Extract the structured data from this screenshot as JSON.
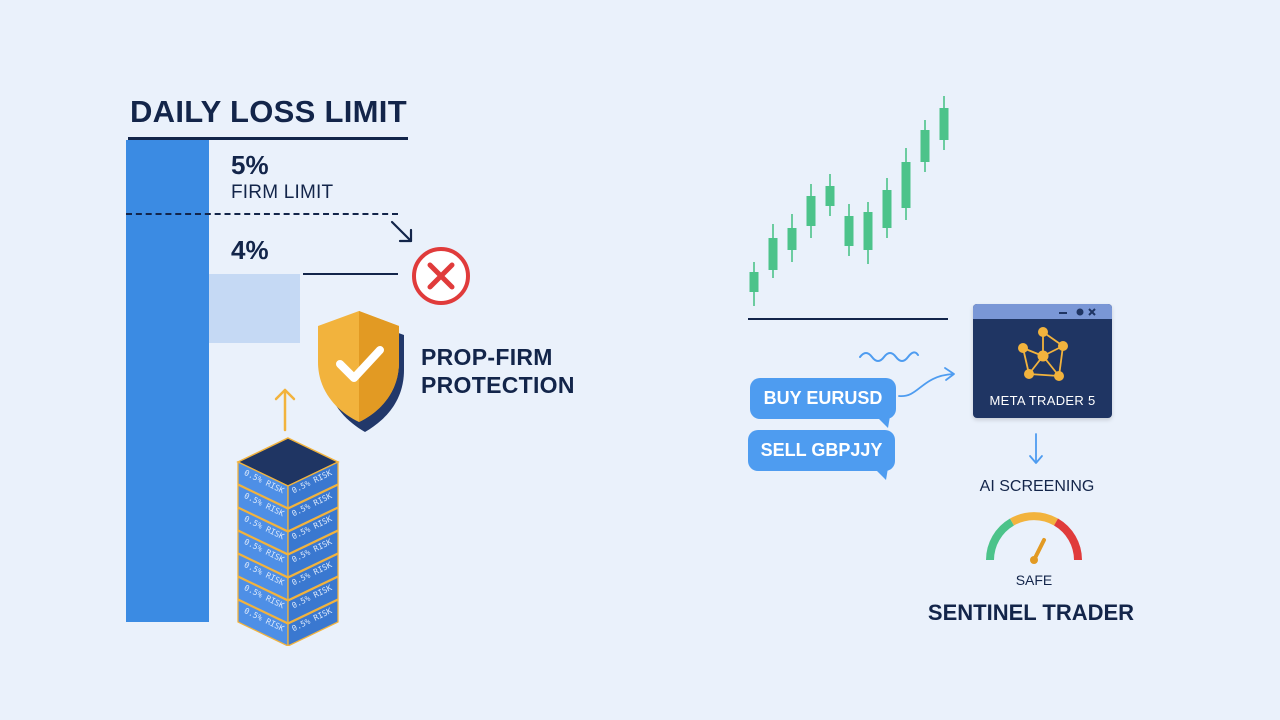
{
  "limit_panel": {
    "title": "DAILY LOSS LIMIT",
    "firm_value": "5%",
    "firm_label": "FIRM LIMIT",
    "user_value": "4%",
    "protection_label_line1": "PROP-FIRM",
    "protection_label_line2": "PROTECTION",
    "stack_tile_text": "0.5% RISK"
  },
  "trade_panel": {
    "bubbles": [
      "BUY EURUSD",
      "SELL GBPJJY"
    ],
    "platform_name": "META TRADER 5",
    "screening_label": "AI SCREENING",
    "gauge_label": "SAFE",
    "brand_name": "SENTINEL TRADER"
  },
  "colors": {
    "navy": "#13254a",
    "bar_blue": "#3b8be3",
    "light_blue": "#c5d9f4",
    "bubble_blue": "#4e9cf0",
    "candle_green": "#4cc38a",
    "reject_red": "#e03b3b",
    "shield_gold": "#f2b33d",
    "window_navy": "#1f3563"
  },
  "icons": {
    "reject": "x-circle-icon",
    "shield": "shield-check-icon",
    "platform": "network-nodes-icon",
    "gauge": "speedometer-icon"
  }
}
